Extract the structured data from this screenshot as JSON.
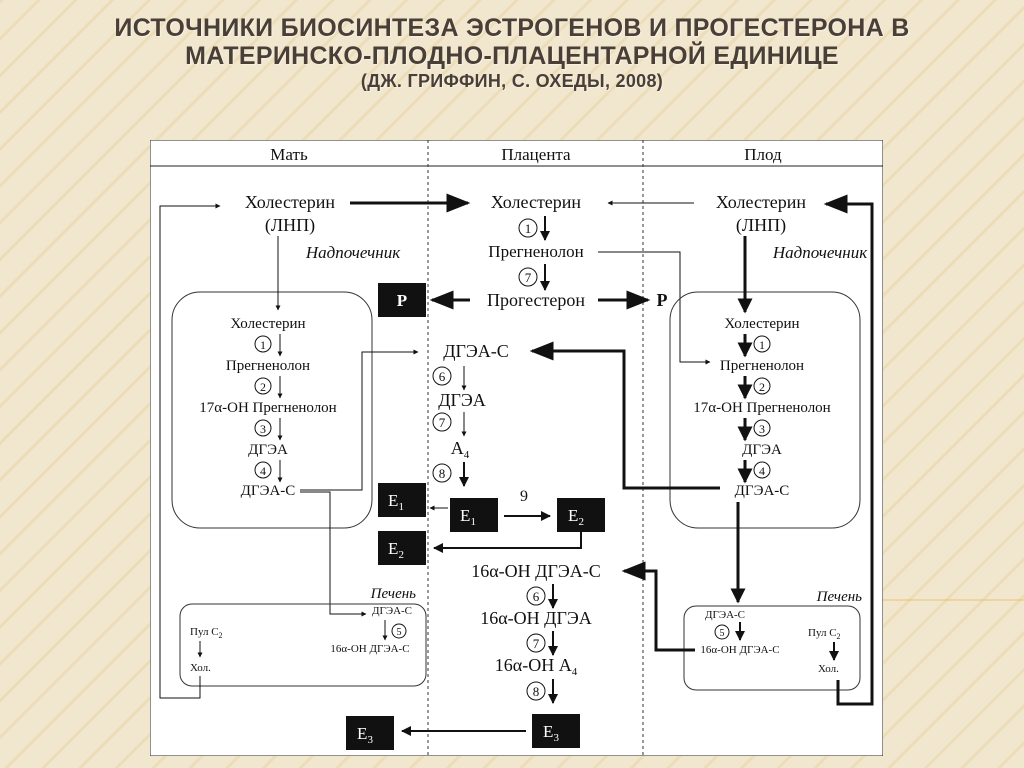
{
  "title": {
    "line1": "ИСТОЧНИКИ БИОСИНТЕЗА ЭСТРОГЕНОВ И ПРОГЕСТЕРОНА В",
    "line2": "МАТЕРИНСКО-ПЛОДНО-ПЛАЦЕНТАРНОЙ ЕДИНИЦЕ",
    "line3": "(ДЖ. ГРИФФИН, С. ОХЕДЫ, 2008)"
  },
  "columns": {
    "mother": "Мать",
    "placenta": "Плацента",
    "fetus": "Плод"
  },
  "mother": {
    "cholesterol": "Холестерин",
    "ldl": "(ЛНП)",
    "adrenal": "Надпочечник",
    "adrenal_box": [
      "Холестерин",
      "Прегненолон",
      "17α-ОН Прегненолон",
      "ДГЭА",
      "ДГЭА-С"
    ],
    "liver": "Печень",
    "liver_dheas": "ДГЭА-С",
    "liver_oh": "16α-ОН ДГЭА-С",
    "pool_label": "Пул С",
    "pool_sub": "2",
    "chol_short": "Хол."
  },
  "placenta": {
    "cholesterol": "Холестерин",
    "pregnenolone": "Прегненолон",
    "progesterone": "Прогестерон",
    "dheas": "ДГЭА-С",
    "dhea": "ДГЭА",
    "a4": "А",
    "a4_sub": "4",
    "oh_dheas": "16α-ОН ДГЭА-С",
    "oh_dhea": "16α-ОН ДГЭА",
    "oh_a4": "16α-ОН А",
    "oh_a4_sub": "4"
  },
  "fetus": {
    "cholesterol": "Холестерин",
    "ldl": "(ЛНП)",
    "adrenal": "Надпочечник",
    "adrenal_box": [
      "Холестерин",
      "Прегненолон",
      "17α-ОН Прегненолон",
      "ДГЭА",
      "ДГЭА-С"
    ],
    "liver": "Печень",
    "liver_dheas": "ДГЭА-С",
    "liver_oh": "16α-ОН ДГЭА-С",
    "pool_label": "Пул С",
    "pool_sub": "2",
    "chol_short": "Хол."
  },
  "hormone_boxes": {
    "p": "Р",
    "e_letter": "E",
    "e1_sub": "1",
    "e2_sub": "2",
    "e3_sub": "3"
  },
  "enzymes": {
    "one": "1",
    "two": "2",
    "three": "3",
    "four": "4",
    "five": "5",
    "six": "6",
    "seven": "7",
    "eight": "8",
    "nine": "9"
  },
  "colors": {
    "background": "#f1e7cf",
    "title": "#4a3f37",
    "panel": "#ffffff",
    "black_box": "#111111",
    "stripe": "#e6d4a6"
  }
}
